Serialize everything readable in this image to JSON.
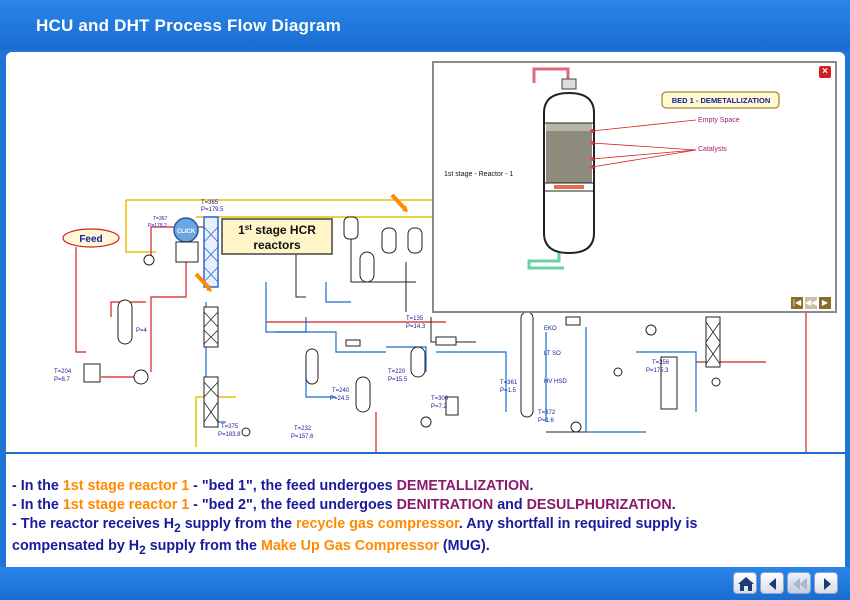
{
  "title": "HCU and DHT Process Flow Diagram",
  "diagram": {
    "feed_label": "Feed",
    "click_label": "CLICK",
    "callout_line1_main": "1",
    "callout_line1_sup": "st",
    "callout_line1_rest": " stage HCR",
    "callout_line2": "reactors",
    "labels": {
      "t_top": "T=365",
      "p_top": "P=179.5",
      "t_side": "T=367",
      "p_side": "P=178.2",
      "p4": "P=4",
      "t204": "T=204",
      "p87": "P=8.7",
      "t375": "T=375",
      "p1838": "P=183.8",
      "t232": "T=232",
      "p1576": "P=157.6",
      "t240": "T=240",
      "p245": "P=24.5",
      "t220": "T=220",
      "p155": "P=15.5",
      "t135": "T=135",
      "p143": "P=14.3",
      "t300": "T=300",
      "p72": "P=7.2",
      "t361": "T=361",
      "p15": "P=1.5",
      "t372": "T=372",
      "p16": "P=1.6",
      "t356": "T=356",
      "p1753": "P=175.3",
      "eko": "EKO",
      "lsso": "LT SO",
      "hvhsd": "HV HSD"
    }
  },
  "popup": {
    "bed_label": "BED 1 - DEMETALLIZATION",
    "empty_space": "Empty Space",
    "catalysts": "Catalysts",
    "stage_label": "1st stage - Reactor - 1",
    "close_icon": "×"
  },
  "text": {
    "l1_a": "- In the ",
    "l1_b": "1st stage reactor 1",
    "l1_c": " - \"bed 1\", the feed undergoes ",
    "l1_d": "DEMETALLIZATION",
    "l1_e": ".",
    "l2_a": "- In the ",
    "l2_b": "1st stage reactor 1",
    "l2_c": " - \"bed 2\", the feed undergoes ",
    "l2_d": "DENITRATION",
    "l2_e": " and ",
    "l2_f": "DESULPHURIZATION",
    "l2_g": ".",
    "l3_a": "- The reactor receives H",
    "l3_sub": "2",
    "l3_b": " supply from the ",
    "l3_c": "recycle gas compressor",
    "l3_d": ". Any shortfall in required supply is",
    "l4_a": "compensated by H",
    "l4_sub": "2",
    "l4_b": " supply from the ",
    "l4_c": "Make Up Gas Compressor",
    "l4_d": " (MUG)."
  },
  "colors": {
    "header_blue": "#1f74d6",
    "text_navy": "#1a1a9a",
    "highlight_orange": "#ff8a00",
    "highlight_purple": "#8a1a6a"
  }
}
